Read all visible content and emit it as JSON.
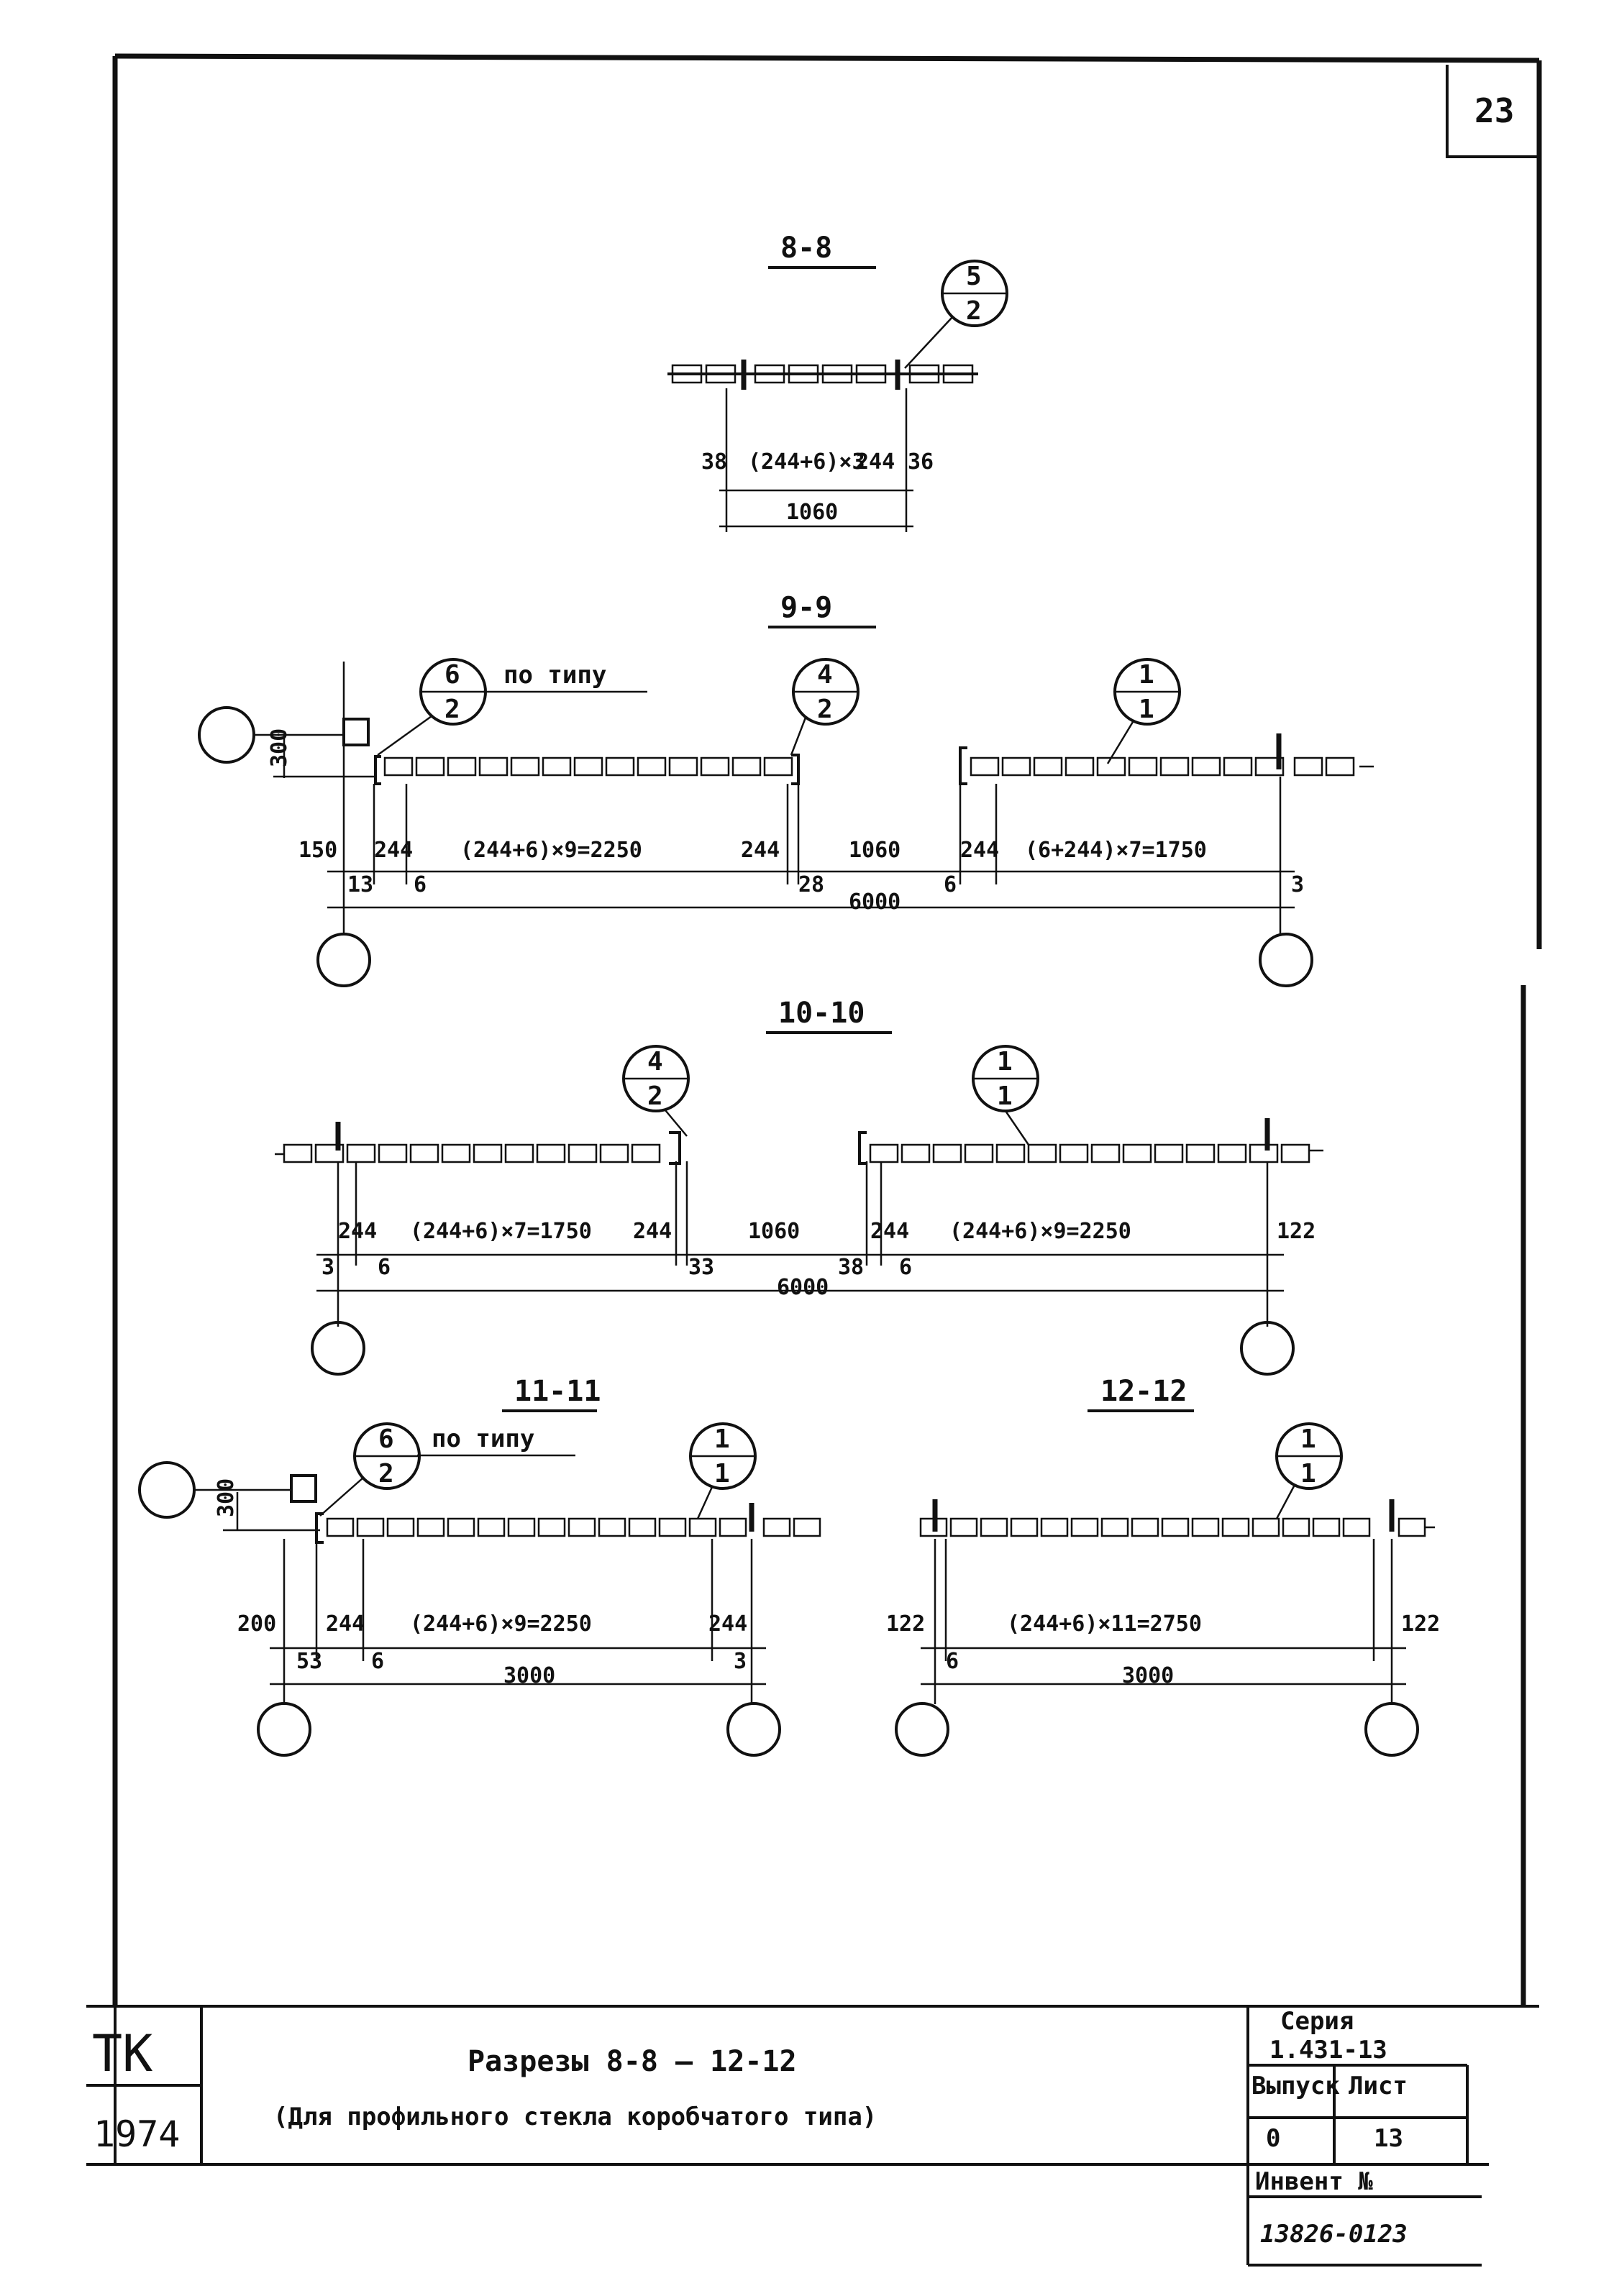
{
  "sheet": {
    "number": "23",
    "stamp_tk": "ТК",
    "stamp_year": "1974",
    "title_main": "Разрезы 8-8 – 12-12",
    "title_sub": "(Для профильного стекла коробчатого типа)",
    "series_label": "Серия",
    "series_value": "1.431-13",
    "issue_label": "Выпуск",
    "issue_value": "0",
    "page_label": "Лист",
    "page_value": "13",
    "inventory_label": "Инвент №",
    "inventory_value": "13826-0123"
  },
  "sections": [
    {
      "id": "8-8",
      "title": "8-8",
      "markers": [
        {
          "top": "5",
          "bottom": "2"
        }
      ],
      "dims": [
        "38",
        "(244+6)×3",
        "244",
        "36",
        "1060"
      ]
    },
    {
      "id": "9-9",
      "title": "9-9",
      "note": "по типу",
      "markers": [
        {
          "top": "6",
          "bottom": "2"
        },
        {
          "top": "4",
          "bottom": "2"
        },
        {
          "top": "1",
          "bottom": "1"
        }
      ],
      "dims": [
        "300",
        "150",
        "244",
        "(244+6)×9=2250",
        "244",
        "1060",
        "244",
        "(6+244)×7=1750",
        "13",
        "6",
        "28",
        "6000",
        "6",
        "3"
      ]
    },
    {
      "id": "10-10",
      "title": "10-10",
      "markers": [
        {
          "top": "4",
          "bottom": "2"
        },
        {
          "top": "1",
          "bottom": "1"
        }
      ],
      "dims": [
        "244",
        "(244+6)×7=1750",
        "244",
        "1060",
        "244",
        "(244+6)×9=2250",
        "122",
        "3",
        "6",
        "33",
        "6000",
        "38",
        "6"
      ]
    },
    {
      "id": "11-11",
      "title": "11-11",
      "note": "по типу",
      "markers": [
        {
          "top": "6",
          "bottom": "2"
        },
        {
          "top": "1",
          "bottom": "1"
        }
      ],
      "dims": [
        "300",
        "200",
        "244",
        "(244+6)×9=2250",
        "244",
        "53",
        "6",
        "3000",
        "3"
      ]
    },
    {
      "id": "12-12",
      "title": "12-12",
      "markers": [
        {
          "top": "1",
          "bottom": "1"
        }
      ],
      "dims": [
        "122",
        "(244+6)×11=2750",
        "122",
        "6",
        "3000"
      ]
    }
  ]
}
